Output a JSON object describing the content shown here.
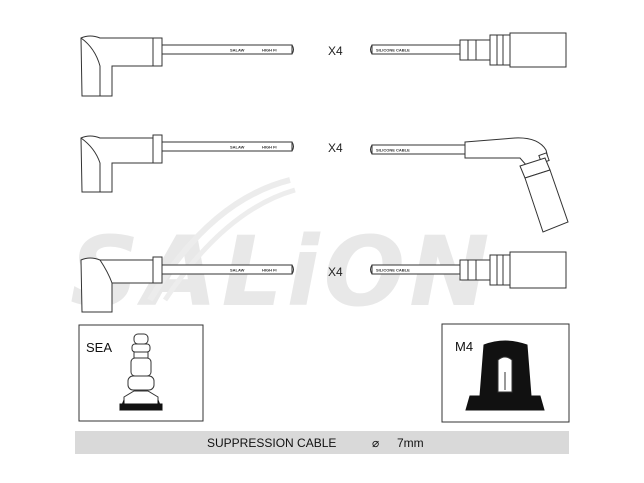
{
  "watermark": "SALiON",
  "cable_print_left": "SALAW",
  "cable_print_right": "HIGH FI",
  "cable_print_silicone": "SILICONE CABLE",
  "sets": [
    {
      "quantity": "X4"
    },
    {
      "quantity": "X4"
    },
    {
      "quantity": "X4"
    }
  ],
  "terminal_boxes": [
    {
      "label": "SEA"
    },
    {
      "label": "M4"
    }
  ],
  "footer": {
    "text": "SUPPRESSION CABLE",
    "diameter_symbol": "⌀",
    "diameter": "7mm"
  },
  "colors": {
    "line": "#333333",
    "footer_bg": "#d9d9d9",
    "terminal_fill": "#111111",
    "watermark": "#e6e6e6"
  }
}
